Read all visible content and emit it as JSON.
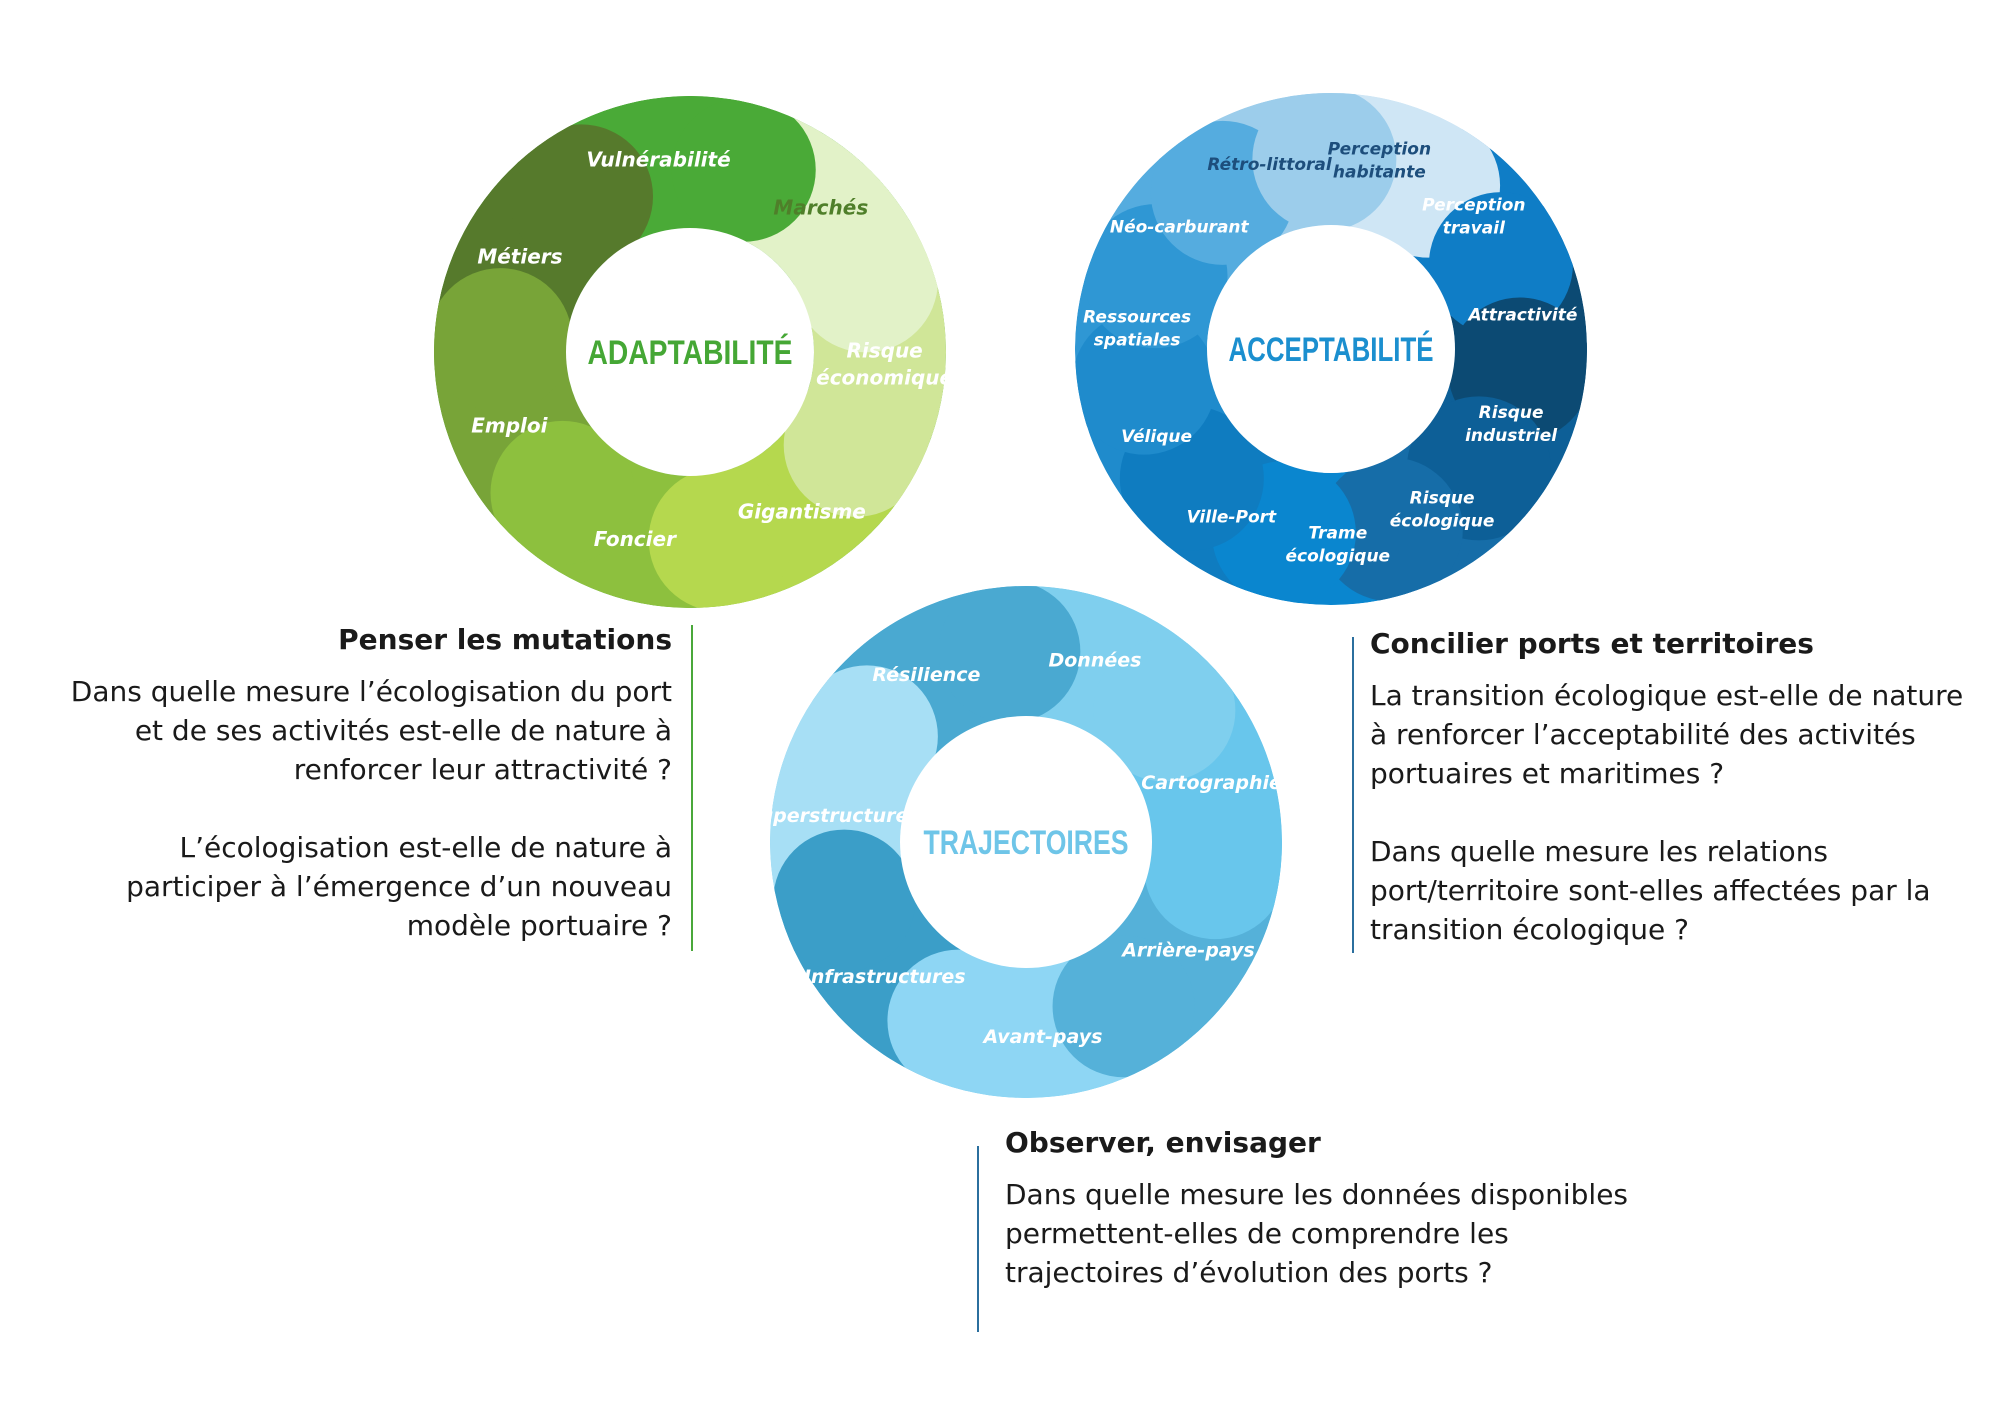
{
  "colors": {
    "adapt_title": "#45a735",
    "accept_title": "#1b8fcf",
    "traj_title": "#6ec5e8",
    "heading_text": "#111111",
    "body_text": "#1a1a1a",
    "line_left": "#4aa83a",
    "line_right": "#2b6f9e",
    "line_bottom": "#2b6f9e"
  },
  "rings": [
    {
      "id": "adaptabilite",
      "title": "ADAPTABILITÉ",
      "title_color": "#45a735",
      "segments": [
        {
          "label": "Vulnérabilité",
          "color": "#4aaa37",
          "text_color": "#ffffff"
        },
        {
          "label": "Marchés",
          "color": "#e2f2c8",
          "text_color": "#4f7f2a"
        },
        {
          "label": "Risque\néconomique",
          "color": "#d0e698",
          "text_color": "#ffffff"
        },
        {
          "label": "Gigantisme",
          "color": "#b5d84e",
          "text_color": "#ffffff"
        },
        {
          "label": "Foncier",
          "color": "#8dc03e",
          "text_color": "#ffffff"
        },
        {
          "label": "Emploi",
          "color": "#78a438",
          "text_color": "#ffffff"
        },
        {
          "label": "Métiers",
          "color": "#567a2c",
          "text_color": "#ffffff"
        }
      ]
    },
    {
      "id": "acceptabilite",
      "title": "ACCEPTABILITÉ",
      "title_color": "#1b8fcf",
      "segments": [
        {
          "label": "Perception\nhabitante",
          "color": "#cfe6f5",
          "text_color": "#1d4e7c"
        },
        {
          "label": "Perception\ntravail",
          "color": "#0f7dc6",
          "text_color": "#ffffff"
        },
        {
          "label": "Attractivité",
          "color": "#0c4a73",
          "text_color": "#ffffff"
        },
        {
          "label": "Risque\nindustriel",
          "color": "#0d5f97",
          "text_color": "#ffffff"
        },
        {
          "label": "Risque\nécologique",
          "color": "#166da8",
          "text_color": "#ffffff"
        },
        {
          "label": "Trame\nécologique",
          "color": "#0a86cf",
          "text_color": "#ffffff"
        },
        {
          "label": "Ville-Port",
          "color": "#0f7cc0",
          "text_color": "#ffffff"
        },
        {
          "label": "Vélique",
          "color": "#1f8bcc",
          "text_color": "#ffffff"
        },
        {
          "label": "Ressources\nspatiales",
          "color": "#2f97d4",
          "text_color": "#ffffff"
        },
        {
          "label": "Néo-carburant",
          "color": "#55acdf",
          "text_color": "#ffffff"
        },
        {
          "label": "Rétro-littoral",
          "color": "#9ccdeb",
          "text_color": "#1d4e7c"
        }
      ]
    },
    {
      "id": "trajectoires",
      "title": "TRAJECTOIRES",
      "title_color": "#6ec5e8",
      "segments": [
        {
          "label": "Données",
          "color": "#7fcfee",
          "text_color": "#ffffff"
        },
        {
          "label": "Cartographie",
          "color": "#68c6ec",
          "text_color": "#ffffff"
        },
        {
          "label": "Arrière-pays",
          "color": "#55b1d9",
          "text_color": "#ffffff"
        },
        {
          "label": "Avant-pays",
          "color": "#8ed6f4",
          "text_color": "#ffffff"
        },
        {
          "label": "Infrastructures",
          "color": "#3b9ec8",
          "text_color": "#ffffff"
        },
        {
          "label": "Superstructures",
          "color": "#a7dff5",
          "text_color": "#ffffff"
        },
        {
          "label": "Résilience",
          "color": "#4aa9d1",
          "text_color": "#ffffff"
        }
      ]
    }
  ],
  "blocks": {
    "left": {
      "heading": "Penser les mutations",
      "paragraphs": [
        "Dans quelle mesure l’écologisation du port et de ses activités est-elle de nature à renforcer leur attractivité ?",
        "L’écologisation est-elle de nature à participer à l’émergence d’un nouveau modèle portuaire ?"
      ]
    },
    "right": {
      "heading": "Concilier ports et territoires",
      "paragraphs": [
        "La transition écologique est-elle de nature à renforcer l’acceptabilité des activités portuaires et maritimes ?",
        "Dans quelle mesure les relations port/territoire sont-elles affectées par la transition écologique ?"
      ]
    },
    "bottom": {
      "heading": "Observer, envisager",
      "paragraphs": [
        "Dans quelle mesure les données disponibles permettent-elles de comprendre les trajectoires d’évolution des ports ?"
      ]
    }
  }
}
